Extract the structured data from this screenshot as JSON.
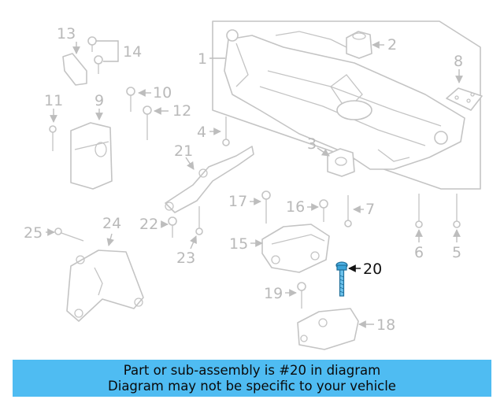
{
  "callouts": [
    "13",
    "14",
    "10",
    "11",
    "9",
    "12",
    "2",
    "1",
    "8",
    "4",
    "21",
    "3",
    "17",
    "16",
    "7",
    "22",
    "6",
    "5",
    "25",
    "24",
    "15",
    "23",
    "20",
    "19",
    "18"
  ],
  "highlighted_callout": "20",
  "banner": {
    "line1": "Part or sub-assembly is #20 in diagram",
    "line2": "Diagram may not be specific to your vehicle"
  },
  "colors": {
    "banner": "#4fbcf2",
    "highlight_part": "#3aa3d8",
    "line_art": "#c4c4c4",
    "highlight_text": "#111111"
  }
}
